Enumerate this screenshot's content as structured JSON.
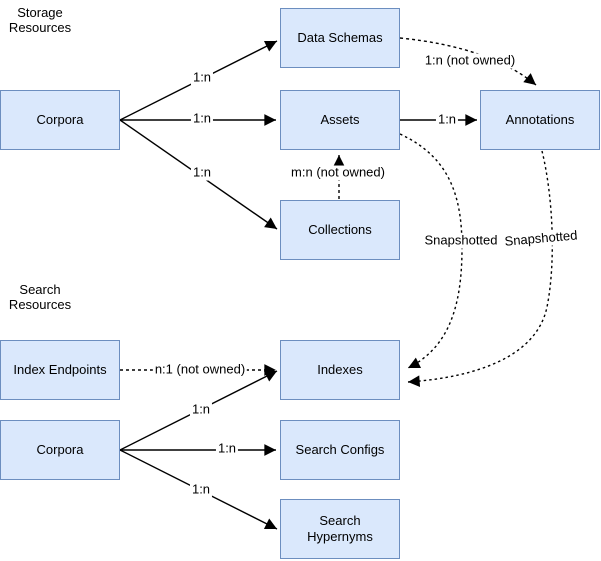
{
  "diagram_title": "Corpora storage and search resources relationship diagram",
  "colors": {
    "node_fill": "#dae8fc",
    "node_border": "#6c8ebf",
    "edge": "#000000",
    "background": "#ffffff",
    "text": "#000000"
  },
  "sections": {
    "storage": {
      "label": "Storage\nResources"
    },
    "search": {
      "label": "Search\nResources"
    }
  },
  "nodes": {
    "corpora_storage": {
      "label": "Corpora"
    },
    "data_schemas": {
      "label": "Data Schemas"
    },
    "assets": {
      "label": "Assets"
    },
    "collections": {
      "label": "Collections"
    },
    "annotations": {
      "label": "Annotations"
    },
    "index_endpoints": {
      "label": "Index Endpoints"
    },
    "corpora_search": {
      "label": "Corpora"
    },
    "indexes": {
      "label": "Indexes"
    },
    "search_configs": {
      "label": "Search Configs"
    },
    "search_hypernyms": {
      "label": "Search\nHypernyms"
    }
  },
  "edges": {
    "corpora_to_data_schemas": {
      "label": "1:n",
      "style": "solid",
      "from": "Corpora",
      "to": "Data Schemas"
    },
    "corpora_to_assets": {
      "label": "1:n",
      "style": "solid",
      "from": "Corpora",
      "to": "Assets"
    },
    "corpora_to_collections": {
      "label": "1:n",
      "style": "solid",
      "from": "Corpora",
      "to": "Collections"
    },
    "data_schemas_to_annotations": {
      "label": "1:n (not owned)",
      "style": "dashed",
      "from": "Data Schemas",
      "to": "Annotations"
    },
    "assets_to_annotations": {
      "label": "1:n",
      "style": "solid",
      "from": "Assets",
      "to": "Annotations"
    },
    "collections_to_assets": {
      "label": "m:n (not owned)",
      "style": "dashed",
      "from": "Collections",
      "to": "Assets"
    },
    "assets_to_indexes": {
      "label": "Snapshotted",
      "style": "dashed",
      "from": "Assets",
      "to": "Indexes"
    },
    "annotations_to_indexes": {
      "label": "Snapshotted",
      "style": "dashed",
      "from": "Annotations",
      "to": "Indexes"
    },
    "index_endpoints_to_indexes": {
      "label": "n:1 (not owned)",
      "style": "dashed",
      "from": "Index Endpoints",
      "to": "Indexes"
    },
    "corpora_to_indexes": {
      "label": "1:n",
      "style": "solid",
      "from": "Corpora",
      "to": "Indexes"
    },
    "corpora_to_search_configs": {
      "label": "1:n",
      "style": "solid",
      "from": "Corpora",
      "to": "Search Configs"
    },
    "corpora_to_search_hypernyms": {
      "label": "1:n",
      "style": "solid",
      "from": "Corpora",
      "to": "Search Hypernyms"
    }
  }
}
